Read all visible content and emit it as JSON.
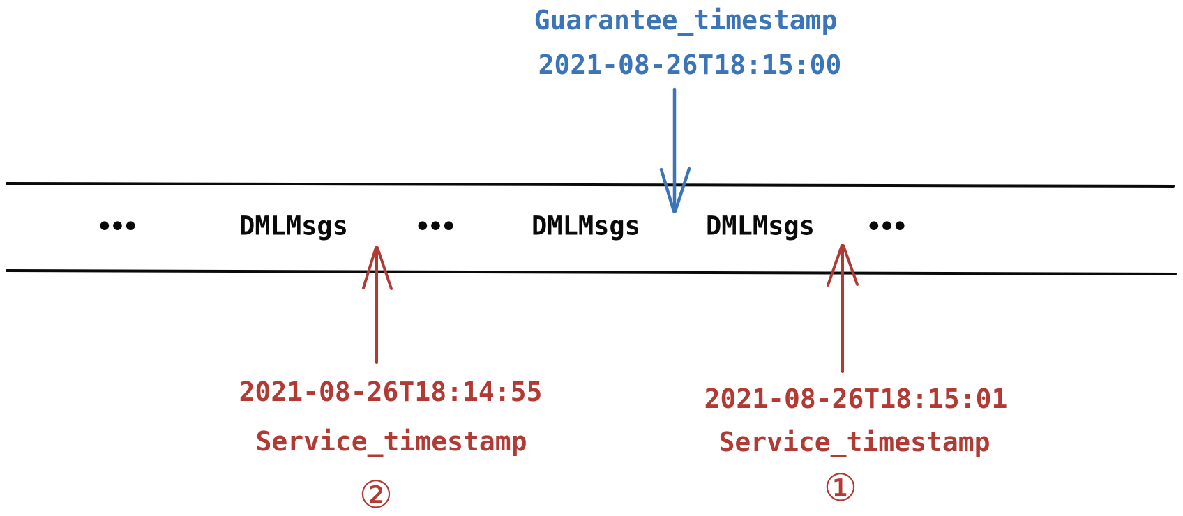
{
  "colors": {
    "background": "#ffffff",
    "black": "#0a0a0a",
    "blue": "#3b75b7",
    "red": "#b23a34"
  },
  "guarantee_annotation": {
    "name": "Guarantee_timestamp",
    "value": "2021-08-26T18:15:00"
  },
  "timeline": {
    "items": [
      {
        "kind": "ellipsis",
        "label": "•••"
      },
      {
        "kind": "message-batch",
        "label": "DMLMsgs"
      },
      {
        "kind": "ellipsis",
        "label": "•••"
      },
      {
        "kind": "message-batch",
        "label": "DMLMsgs"
      },
      {
        "kind": "message-batch",
        "label": "DMLMsgs"
      },
      {
        "kind": "ellipsis",
        "label": "•••"
      }
    ]
  },
  "service_annotations": [
    {
      "value": "2021-08-26T18:14:55",
      "name": "Service_timestamp",
      "marker": "②"
    },
    {
      "value": "2021-08-26T18:15:01",
      "name": "Service_timestamp",
      "marker": "①"
    }
  ]
}
